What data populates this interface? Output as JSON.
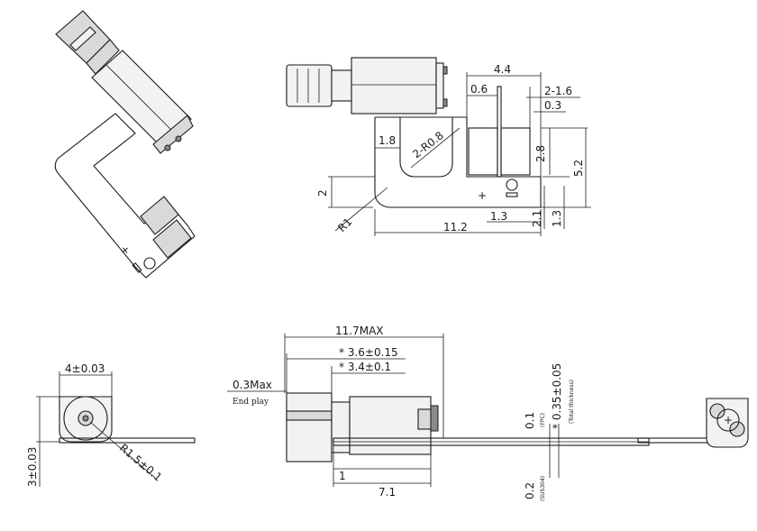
{
  "top_view": {
    "dim_width_top": "4.4",
    "dim_gap": "0.6",
    "dim_pad_gap": "2-1.6",
    "dim_pad_offset": "0.3",
    "dim_radius_inner": "2-R0.8",
    "dim_slot": "1.8",
    "dim_pad_height": "2.8",
    "dim_total_height": "5.2",
    "dim_flex_width": "2",
    "dim_corner_radius": "R1",
    "dim_pad_spacing": "1.3",
    "dim_hole_offset": "2.1",
    "dim_hole_height": "1.3",
    "dim_length": "11.2",
    "plus_mark": "+"
  },
  "side_view": {
    "dim_overall": "11.7MAX",
    "dim_motor_len": "* 3.6±0.15",
    "dim_motor_len2": "* 3.4±0.1",
    "dim_axial": "0.3Max",
    "dim_axial_note": "End play",
    "dim_total_thickness": "* 0.35±0.05",
    "dim_total_thickness_note": "(Total thickness)",
    "dim_fpc": "0.1",
    "dim_fpc_note": "(FPC)",
    "dim_sus": "0.2",
    "dim_sus_note": "(SUS304)",
    "dim_bracket": "1",
    "dim_body_len": "7.1"
  },
  "end_view": {
    "dim_width": "4±0.03",
    "dim_height": "3±0.03",
    "dim_radius": "R1.5±0.1"
  },
  "rear_view": {
    "plus_mark": "+"
  }
}
